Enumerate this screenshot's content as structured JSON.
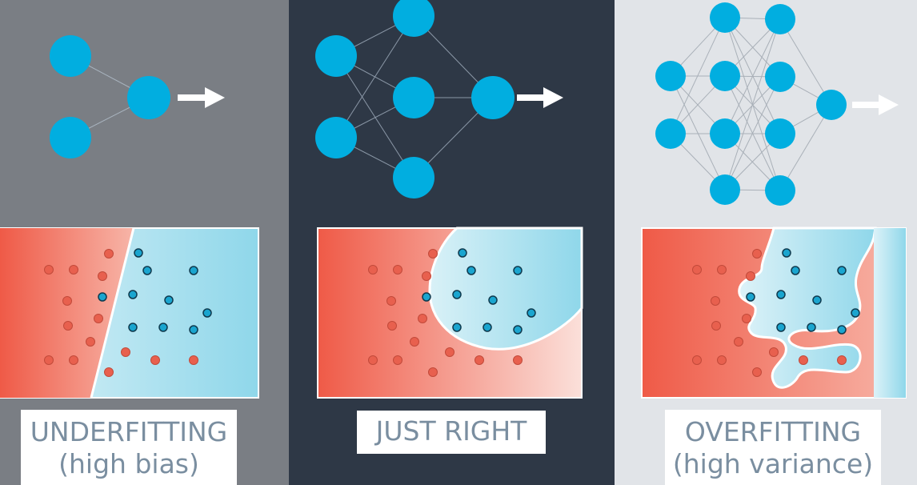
{
  "colors": {
    "node": "#01aee0",
    "red_region": "#ef5a47",
    "blue_region": "#8fd7ea",
    "arrow": "#ffffff"
  },
  "panels": [
    {
      "label_line1": "UNDERFITTING",
      "label_line2": "(high bias)"
    },
    {
      "label_line1": "JUST RIGHT",
      "label_line2": ""
    },
    {
      "label_line1": "OVERFITTING",
      "label_line2": "(high variance)"
    }
  ]
}
